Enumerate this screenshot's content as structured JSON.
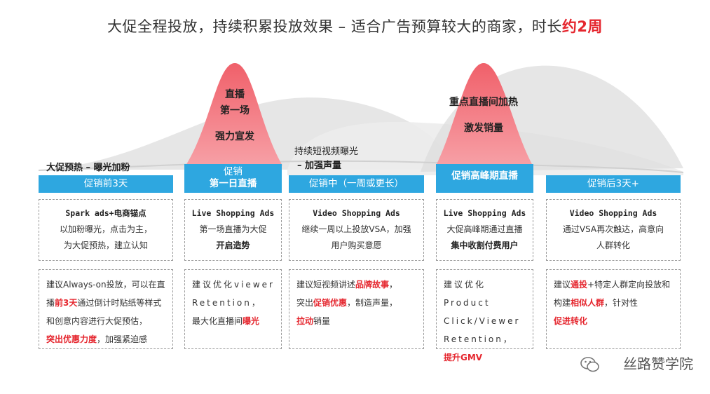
{
  "title": {
    "text": "大促全程投放，持续积累投放效果 – 适合广告预算较大的商家，时长",
    "highlight": "约2周"
  },
  "peak1": {
    "line1": "直播",
    "line2": "第一场",
    "line3": "强力宣发"
  },
  "peak2": {
    "line1": "重点直播间加热",
    "line2": "激发销量"
  },
  "notes": {
    "warmup": "大促预热 – 曝光加粉",
    "mid_line1": "持续短视频曝光",
    "mid_line2": "– 加强声量"
  },
  "headers": [
    {
      "label": "促销前3天"
    },
    {
      "label": "促销",
      "label2": "第一日直播"
    },
    {
      "label": "促销中（一周或更长）"
    },
    {
      "label": "促销高峰期直播"
    },
    {
      "label": "促销后3天+"
    }
  ],
  "boxes": [
    {
      "title": "Spark ads+电商锚点",
      "line1": "以加粉曝光，点击为主，",
      "line2": "为大促预热，建立认知"
    },
    {
      "title": "Live Shopping Ads",
      "line1": "第一场直播为大促",
      "line2": "开启造势"
    },
    {
      "title": "Video Shopping Ads",
      "line1": "继续一周以上投放VSA，加强",
      "line2": "用户购买意愿"
    },
    {
      "title": "Live Shopping Ads",
      "line1": "大促高峰期通过直播",
      "line2a": "集中",
      "line2b": "收割付费用户"
    },
    {
      "title": "Video Shopping Ads",
      "line1": "通过VSA再次触达，高意向",
      "line2": "人群转化"
    }
  ],
  "tips": [
    {
      "l1": "建议Always-on投放，可以在直",
      "l2a": "播",
      "l2b": "前3天",
      "l2c": "通过倒计时贴纸等样式",
      "l3": "和创意内容进行大促预估，",
      "l4a": "突出优惠力度",
      "l4b": "，加强紧迫感"
    },
    {
      "l1": "建议优化viewer",
      "l2": "Retention，",
      "l3a": "最大化直播间",
      "l3b": "曝光"
    },
    {
      "l1a": "建议短视频讲述",
      "l1b": "品牌故事",
      "l1c": "，",
      "l2a": "突出",
      "l2b": "促销优惠",
      "l2c": "，制造声量，",
      "l3a": "拉动",
      "l3b": "销量"
    },
    {
      "l1": "建议优化Product",
      "l2": "Click/Viewer",
      "l3": "Retention，",
      "l4": "提升GMV"
    },
    {
      "l1a": "建议",
      "l1b": "通投",
      "l1c": "+特定人群定向投放和",
      "l2a": "构建",
      "l2b": "相似人群",
      "l2c": "，针对性",
      "l3": "促进转化"
    }
  ],
  "watermark": "丝路赞学院",
  "colors": {
    "header_blue": "#2ea7e0",
    "peak_red": "#f0606a",
    "accent_red": "#e5262e"
  }
}
